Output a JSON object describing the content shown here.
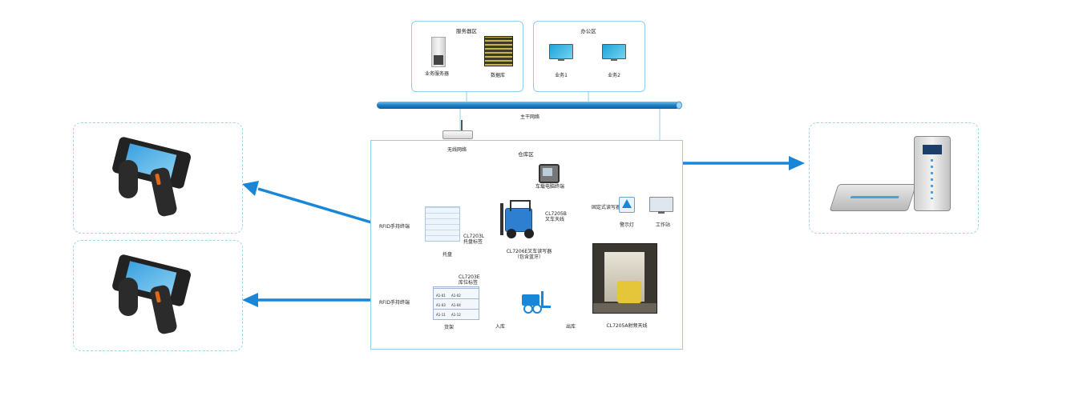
{
  "server_zone": {
    "title": "服务器区",
    "business_server": "业务服务器",
    "database": "数据库"
  },
  "office_zone": {
    "title": "办公区",
    "pc1": "业务1",
    "pc2": "业务2"
  },
  "backbone": {
    "label": "主干网络"
  },
  "wireless": {
    "label": "无线网络"
  },
  "warehouse": {
    "title": "仓库区",
    "vehicle_terminal": "车载电脑终端",
    "fixed_reader": "固定式读写器",
    "alarm_light": "警示灯",
    "workstation": "工作站",
    "forklift_antenna": "CL7205B\n叉车天线",
    "forklift_reader": "CL7206E叉车读写器\n（包含蓝牙）",
    "pallet_tag": "CL7203L\n托盘标签",
    "pallet": "托盘",
    "shelf_tag": "CL7203E\n库位标签",
    "shelf": "货架",
    "inbound": "入库",
    "outbound": "出库",
    "door_antenna": "CL7205A射频天线",
    "handheld_reader_1": "RFID手持终端",
    "handheld_reader_2": "RFID手持终端",
    "shelf_codes": [
      "A1-01",
      "A1-02",
      "A1-03",
      "A1-04",
      "A1-11",
      "A1-12"
    ]
  },
  "colors": {
    "accent_blue": "#1a86d8",
    "frame": "#8fd0e8",
    "dashed_frame": "#9fd6ee",
    "backbone": "#2a8ccc"
  }
}
